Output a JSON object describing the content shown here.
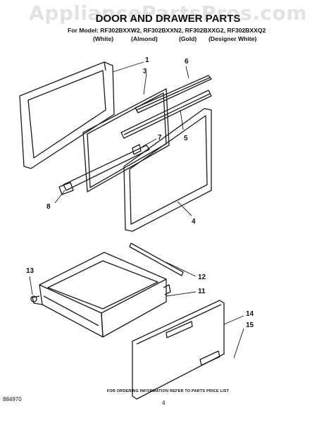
{
  "watermark": "AppliancePartsPros.com",
  "title": "DOOR AND DRAWER PARTS",
  "model_line": "For Model: RF302BXXW2, RF302BXXN2, RF302BXXG2, RF302BXXQ2",
  "finishes": [
    "(White)",
    "(Almond)",
    "(Gold)",
    "(Designer White)"
  ],
  "callouts": [
    "1",
    "3",
    "6",
    "7",
    "5",
    "8",
    "4",
    "13",
    "12",
    "11",
    "14",
    "15"
  ],
  "footer_note": "FOR ORDERING INFORMATION REFER TO PARTS PRICE LIST",
  "document_number": "884970",
  "page_number": "4"
}
